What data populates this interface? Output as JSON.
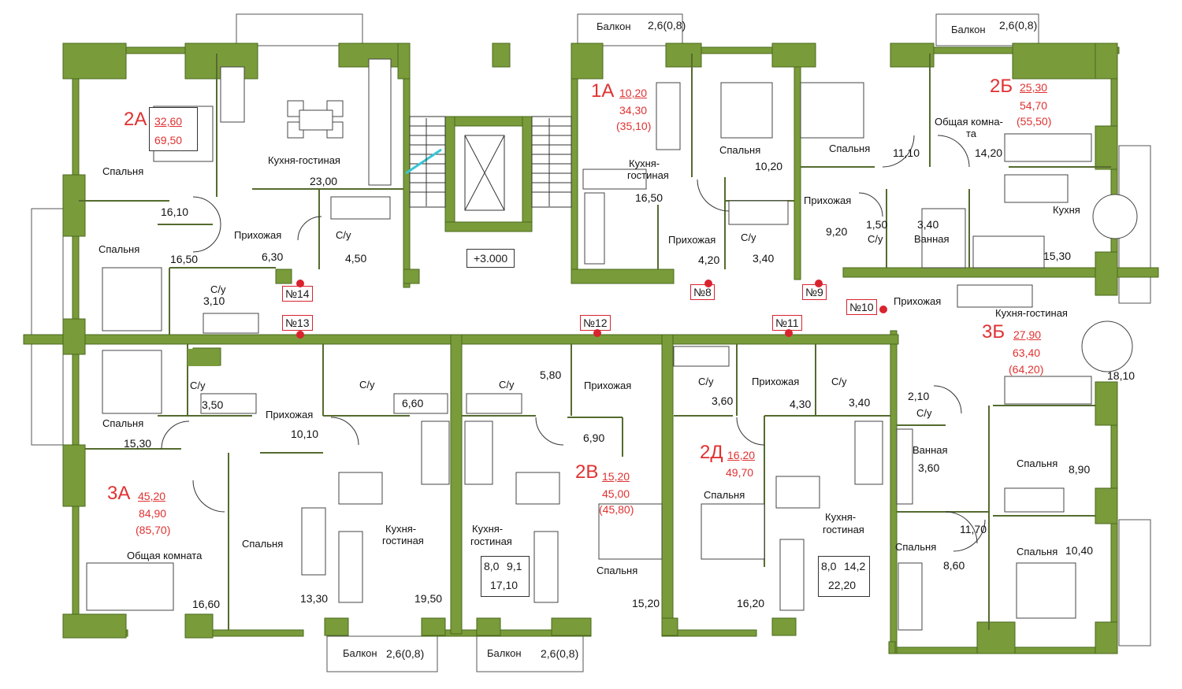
{
  "plan": {
    "level": "+3.000",
    "balconies": [
      {
        "label": "Балкон",
        "size": "2,6(0,8)"
      },
      {
        "label": "Балкон",
        "size": "2,6(0,8)"
      },
      {
        "label": "Балкон",
        "size": "2,6(0,8)"
      },
      {
        "label": "Балкон",
        "size": "2,6(0,8)"
      }
    ],
    "apartments": [
      {
        "code": "1А",
        "living": "10,20",
        "total": "34,30",
        "total2": "(35,10)"
      },
      {
        "code": "2А",
        "living": "32,60",
        "total": "69,50"
      },
      {
        "code": "2Б",
        "living": "25,30",
        "total": "54,70",
        "total2": "(55,50)"
      },
      {
        "code": "3Б",
        "living": "27,90",
        "total": "63,40",
        "total2": "(64,20)"
      },
      {
        "code": "3А",
        "living": "45,20",
        "total": "84,90",
        "total2": "(85,70)"
      },
      {
        "code": "2В",
        "living": "15,20",
        "total": "45,00",
        "total2": "(45,80)"
      },
      {
        "code": "2Д",
        "living": "16,20",
        "total": "49,70"
      }
    ],
    "doors": [
      "№14",
      "№13",
      "№12",
      "№11",
      "№10",
      "№9",
      "№8"
    ],
    "rooms": {
      "a2a_bed": {
        "name": "Спальня",
        "area": "16,10"
      },
      "a2a_kitchen": {
        "name": "Кухня-гостиная",
        "area": "23,00"
      },
      "a2a_bed2": {
        "name": "Спальня",
        "area": "16,50"
      },
      "a2a_hall": {
        "name": "Прихожая",
        "area": "6,30"
      },
      "a2a_wc1": {
        "name": "С/у",
        "area": "4,50"
      },
      "a2a_wc2": {
        "name": "С/у",
        "area": "3,10"
      },
      "a1a_kitchen": {
        "name1": "Кухня-",
        "name2": "гостиная",
        "area": "16,50"
      },
      "a1a_bed": {
        "name": "Спальня",
        "area": "10,20"
      },
      "a1a_hall": {
        "name": "Прихожая",
        "area": "4,20"
      },
      "a1a_wc": {
        "name": "С/у",
        "area": "3,40"
      },
      "a2b_bed": {
        "name": "Спальня",
        "area": "11,10"
      },
      "a2b_common": {
        "name1": "Общая комна-",
        "name2": "та",
        "area": "14,20"
      },
      "a2b_hall": {
        "name": "Прихожая",
        "area": "9,20"
      },
      "a2b_wc": {
        "name": "С/у",
        "area": "1,50"
      },
      "a2b_bath": {
        "name": "Ванная",
        "area": "3,40"
      },
      "a2b_kitchen": {
        "name": "Кухня",
        "area": "15,30"
      },
      "a3b_hall": {
        "name": "Прихожая"
      },
      "a3b_kitchen": {
        "name": "Кухня-гостиная",
        "area": "18,10"
      },
      "a3b_wc": {
        "name": "С/у",
        "area": "2,10"
      },
      "a3b_bath": {
        "name": "Ванная",
        "area": "3,60"
      },
      "a3b_bed1": {
        "name": "Спальня",
        "area": "8,90"
      },
      "a3b_corr": {
        "area": "11,70"
      },
      "a3b_bed2": {
        "name": "Спальня",
        "area": "8,60"
      },
      "a3b_bed3": {
        "name": "Спальня",
        "area": "10,40"
      },
      "a3a_bed1": {
        "name": "Спальня",
        "area": "15,30"
      },
      "a3a_wc": {
        "name": "С/у",
        "area": "3,50"
      },
      "a3a_hall": {
        "name": "Прихожая",
        "area": "10,10"
      },
      "a3a_common": {
        "name": "Общая комната",
        "area": "16,60"
      },
      "a3a_bed2": {
        "name": "Спальня",
        "area": "13,30"
      },
      "a3a_kwc": {
        "name": "С/у",
        "area": "6,60"
      },
      "a3a_kitchen": {
        "name1": "Кухня-",
        "name2": "гостиная",
        "area": "19,50"
      },
      "a2v_wc": {
        "name": "С/у",
        "area": "5,80"
      },
      "a2v_hall": {
        "name": "Прихожая",
        "area": "6,90"
      },
      "a2v_kitchen": {
        "name1": "Кухня-",
        "name2": "гостиная"
      },
      "a2v_bed": {
        "name": "Спальня",
        "area": "15,20"
      },
      "a2v_box": {
        "a": "8,0",
        "b": "9,1",
        "c": "17,10"
      },
      "a2d_wc1": {
        "name": "С/у",
        "area": "3,60"
      },
      "a2d_hall": {
        "name": "Прихожая",
        "area": "4,30"
      },
      "a2d_wc2": {
        "name": "С/у",
        "area": "3,40"
      },
      "a2d_bed": {
        "name": "Спальня",
        "area": "16,20"
      },
      "a2d_kitchen": {
        "name1": "Кухня-",
        "name2": "гостиная"
      },
      "a2d_box": {
        "a": "8,0",
        "b": "14,2",
        "c": "22,20"
      }
    }
  }
}
